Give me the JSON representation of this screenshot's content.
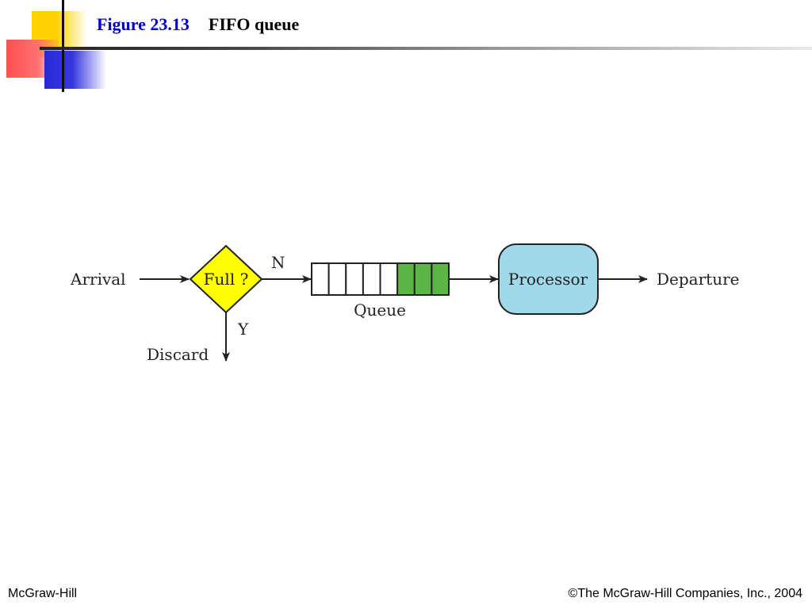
{
  "slide": {
    "figure_number": "Figure 23.13",
    "caption": "FIFO queue"
  },
  "diagram": {
    "arrival_label": "Arrival",
    "decision_label": "Full ?",
    "no_label": "N",
    "yes_label": "Y",
    "discard_label": "Discard",
    "queue_label": "Queue",
    "queue_slots_total": 8,
    "queue_slots_filled": 3,
    "processor_label": "Processor",
    "departure_label": "Departure",
    "colors": {
      "decision_fill": "#ffff00",
      "queue_filled": "#5cb547",
      "processor_fill": "#9fd9ea"
    }
  },
  "footer": {
    "left": "McGraw-Hill",
    "right": "©The McGraw-Hill Companies, Inc., 2004"
  }
}
